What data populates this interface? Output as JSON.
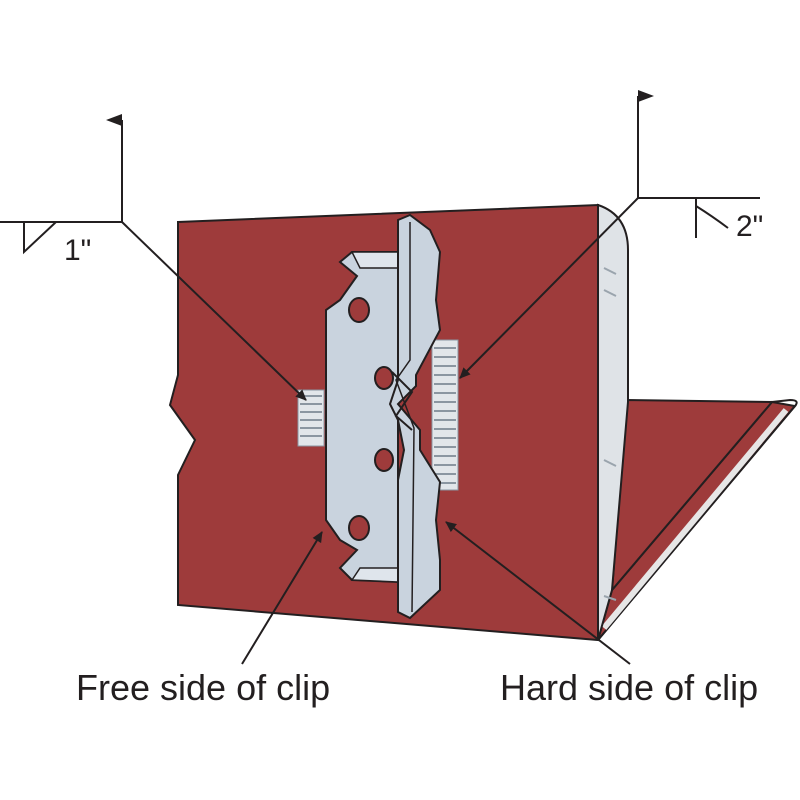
{
  "labels": {
    "dim_left": "1\"",
    "dim_right": "2\"",
    "callout_free": "Free side of clip",
    "callout_hard": "Hard side of clip"
  },
  "colors": {
    "steel": "#9e3b3b",
    "clip": "#c9d3de",
    "clip_shadow": "#a9b6c4",
    "weld": "#e2e6ea",
    "line": "#231f20",
    "background": "#ffffff"
  }
}
